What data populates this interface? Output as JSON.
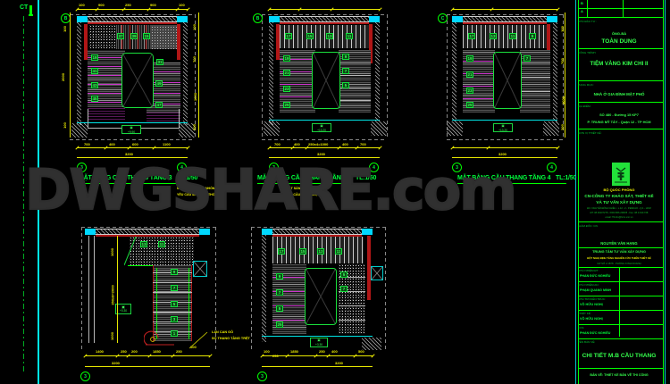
{
  "app": {
    "kind": "autocad-drawing-raster",
    "background": "#000000",
    "watermark": "DWGSHARE.com"
  },
  "colors": {
    "green": "#00ff3c",
    "yellow": "#f2f200",
    "cyan": "#00e5e5",
    "white": "#d8d8d8",
    "red": "#b01616",
    "magenta": "#cc33cc"
  },
  "markers": {
    "left_section_tag": "CT",
    "grid_bubbles_top": [
      "B",
      "C"
    ],
    "grid_bubbles_bottom": [
      "3",
      "4"
    ]
  },
  "drawings": [
    {
      "id": "plan-floor-3",
      "title": "MẶT BẰNG CẦU THANG TẦNG 3",
      "scale": "TL:1/50",
      "note_line1": "MẶT SÀN LÁT GỖ NHÓM II",
      "note_line2": "YÊU CẦU MÀU SẮC,THỔI PU",
      "step_numbers": [
        "19",
        "41",
        "43",
        "45",
        "37",
        "39",
        "15",
        "31",
        "49",
        "47"
      ],
      "level_tag": "+9.90",
      "dims_top": [
        "100",
        "900",
        "250",
        "900",
        "100"
      ],
      "dims_bottom": [
        "700",
        "400",
        "600",
        "1100"
      ],
      "dim_total": "3200",
      "dims_right": [
        "100",
        "700",
        "1000",
        "300"
      ],
      "dims_left": [
        "100",
        "2000",
        "100"
      ]
    },
    {
      "id": "plan-floor-4a",
      "title": "MẶT BẰNG CẦU THANG TẦNG 4",
      "scale": "TL:1/50",
      "note_line1": "MẶT SÀN LÁT GỖ NHÓM II",
      "note_line2": "YÊU CẦU MÀU SẮC,THỔI PU",
      "step_numbers": [
        "17",
        "19",
        "21",
        "23",
        "25",
        "15",
        "13",
        "11",
        "9",
        "7",
        "5"
      ],
      "level_tag": "+13.20",
      "dims_bottom": [
        "700",
        "400",
        "250x4=1000",
        "400",
        "700"
      ],
      "dim_total": "3200"
    },
    {
      "id": "plan-floor-4b",
      "title": "MẶT BẰNG CẦU THANG TẦNG 4",
      "scale": "TL:1/50",
      "step_numbers": [
        "17",
        "19",
        "21",
        "23",
        "25",
        "13",
        "11",
        "9",
        "7"
      ],
      "level_tag": "+13.20",
      "dim_total": "3200"
    },
    {
      "id": "plan-stair-lower-left",
      "title": "",
      "note_line1": "LAN CAN GỖ",
      "note_line2": "SỐ THANG TẦNG TRỆT",
      "step_numbers": [
        "13",
        "11",
        "9",
        "7",
        "5",
        "3",
        "1"
      ],
      "level_tag": "+0.30",
      "dims_bottom": [
        "1400",
        "250",
        "200",
        "1850",
        "250",
        "100"
      ],
      "dim_total": "3200"
    },
    {
      "id": "plan-stair-lower-mid",
      "title": "",
      "step_numbers": [
        "17",
        "15",
        "13",
        "11",
        "9",
        "7",
        "5"
      ],
      "level_tag": "+3.30",
      "dims_bottom": [
        "100",
        "250",
        "1850",
        "250",
        "400",
        "500"
      ],
      "dim_total": "3200"
    }
  ],
  "titleblock": {
    "rev_rows": [
      "B",
      "A"
    ],
    "owner_label": "CHỦ ĐẦU TƯ :",
    "owner_line1": "ÔNG-BÀ",
    "owner_line2": "TOÀN DUNG",
    "project_label": "CÔNG TRÌNH:",
    "project_name": "TIỆM VÀNG KIM CHI II",
    "type_label": "HẠNG MỤC:",
    "type_value": "NHÀ Ở GIA ĐÌNH MẶT PHỐ",
    "location_label": "ĐỊA ĐIỂM:",
    "location_line1": "SỐ 480 - Đường 15 KP7",
    "location_line2": "P. TRUNG MỸ TÂY - Quận 12 - TP HCM",
    "designer_label": "ĐƠN VỊ THIẾT KẾ:",
    "org_line1": "BỘ QUỐC PHÒNG",
    "org_line2": "CN-CÔNG TY KHẢO SÁT, THIẾT KẾ",
    "org_line3": "VÀ TƯ VẤN XÂY DỰNG",
    "org_addr1": "ĐC: NGUYỄN ĐÌNH CHIỂU - L.12 - 2 - P.ĐAKAO - Q.1 - HCM",
    "org_addr2": "ĐT: 08.39107278 - 0903.806.238/05 - Fax: 08.3.910.728",
    "org_addr3": "email: TKcttn@hcm.vnn.vn",
    "director_label": "GIÁM ĐỐC: CN",
    "director_name": "NGUYỄN VĂN HẠNG",
    "branch_line1": "TRUNG TÂM TƯ VẤN XÂY DỰNG",
    "branch_line2": "ĐỘT NGHỊ ĐỊNH TẦNG NGHIÊN CỨU THIẾN THIẾT KẾ",
    "branch_line3": "GP SỐ 2.1878 - PHÒNG KINH DOANH",
    "rows": [
      {
        "label": "CHỦ NHIỆM ĐT :",
        "value": "PHAN ĐỨC NGHIÊU"
      },
      {
        "label": "CHỦ NHIỆM AN :",
        "value": "PHẠM QUANG MINH"
      },
      {
        "label": "CHỦ TRÌ KIẾN TRÚC:",
        "value": "VÕ HỮU NGHỊ"
      },
      {
        "label": "THIẾT KẾ:",
        "value": "VÕ HỮU NGHỊ"
      },
      {
        "label": "KCS:",
        "value": "PHAN ĐỨC NGHIÊU"
      }
    ],
    "drawing_label": "TÊN BẢN VẼ:",
    "drawing_name": "CHI TIẾT M.B CẦU THANG",
    "footer": "BẢN VẼ: THIẾT KẾ BẢN VẼ THI CÔNG"
  }
}
